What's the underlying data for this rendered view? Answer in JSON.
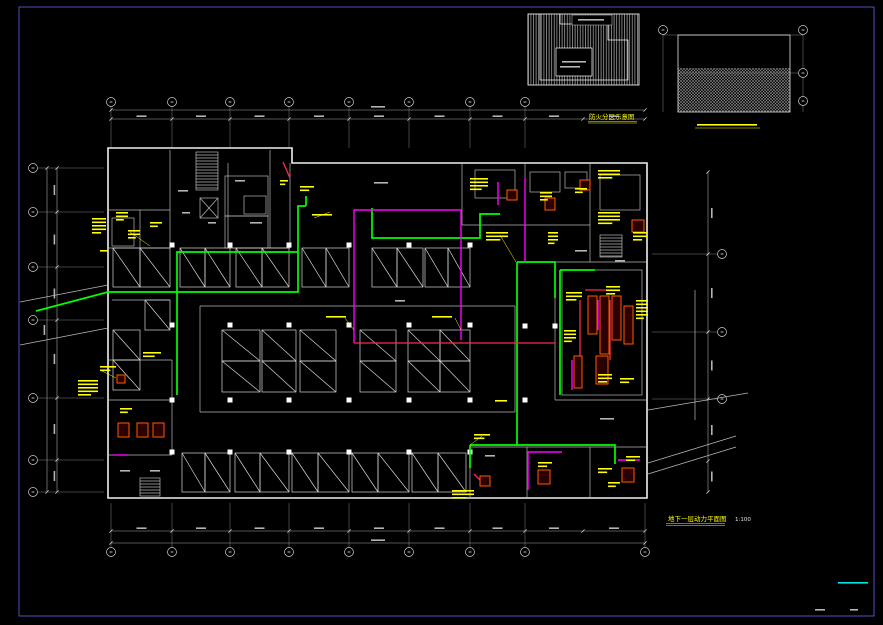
{
  "drawing": {
    "title": "地下一层动力平面图",
    "scale": "1:100"
  },
  "key_plan": {
    "title": "防火分区示意图"
  },
  "colors": {
    "background": "#000000",
    "frame": "#5a5ad0",
    "cable_tray": "#00ff00",
    "conduit_magenta": "#ff00ff",
    "feeder_red": "#ff2a4a",
    "annotation_yellow": "#ffff00"
  }
}
